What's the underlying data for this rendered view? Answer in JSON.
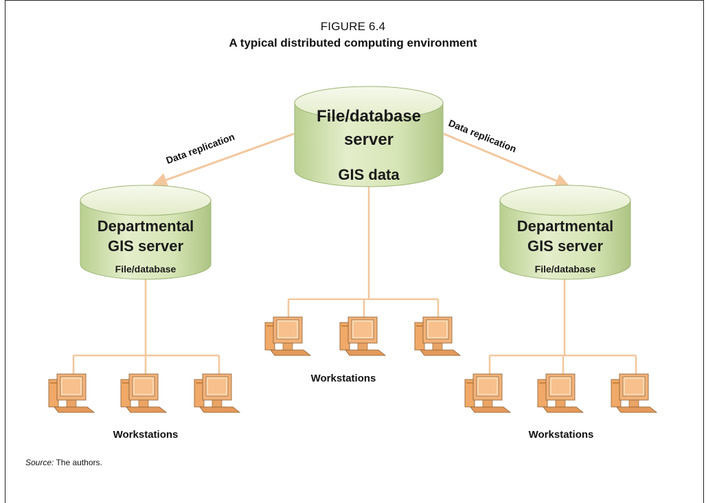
{
  "figure": {
    "number": "FIGURE 6.4",
    "title": "A typical distributed computing environment"
  },
  "central_server": {
    "line1": "File/database",
    "line2": "server",
    "line3": "GIS data"
  },
  "left_server": {
    "line1": "Departmental",
    "line2": "GIS server",
    "line3": "File/database"
  },
  "right_server": {
    "line1": "Departmental",
    "line2": "GIS server",
    "line3": "File/database"
  },
  "replication": {
    "left": "Data replication",
    "right": "Data replication"
  },
  "workstation_groups": {
    "left": "Workstations",
    "center": "Workstations",
    "right": "Workstations"
  },
  "source": {
    "prefix": "Source:",
    "text": " The authors."
  },
  "colors": {
    "connector": "#f3c79d",
    "server_top": "#eef4dc",
    "server_body": "#cfe0ad",
    "monitor": "#f0a968",
    "monitor_screen": "#fbd9b2"
  }
}
